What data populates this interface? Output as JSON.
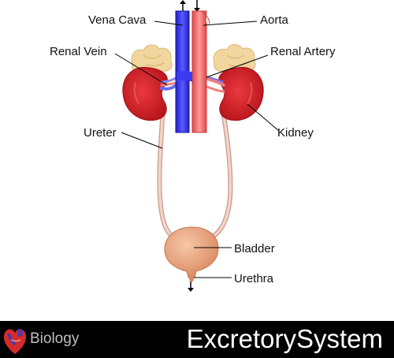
{
  "diagram": {
    "labels": {
      "vena_cava": "Vena Cava",
      "aorta": "Aorta",
      "renal_vein": "Renal Vein",
      "renal_artery": "Renal Artery",
      "ureter": "Ureter",
      "kidney": "Kidney",
      "bladder": "Bladder",
      "urethra": "Urethra"
    },
    "colors": {
      "vein": "#3b3bf0",
      "artery": "#ee5a5a",
      "kidney": "#d8222b",
      "adrenal": "#f0d49a",
      "ureter": "#efcbbf",
      "bladder": "#e9a07a"
    }
  },
  "footer": {
    "brand": "Biology",
    "title": "ExcretorySystem",
    "icon": "heart-icon"
  }
}
